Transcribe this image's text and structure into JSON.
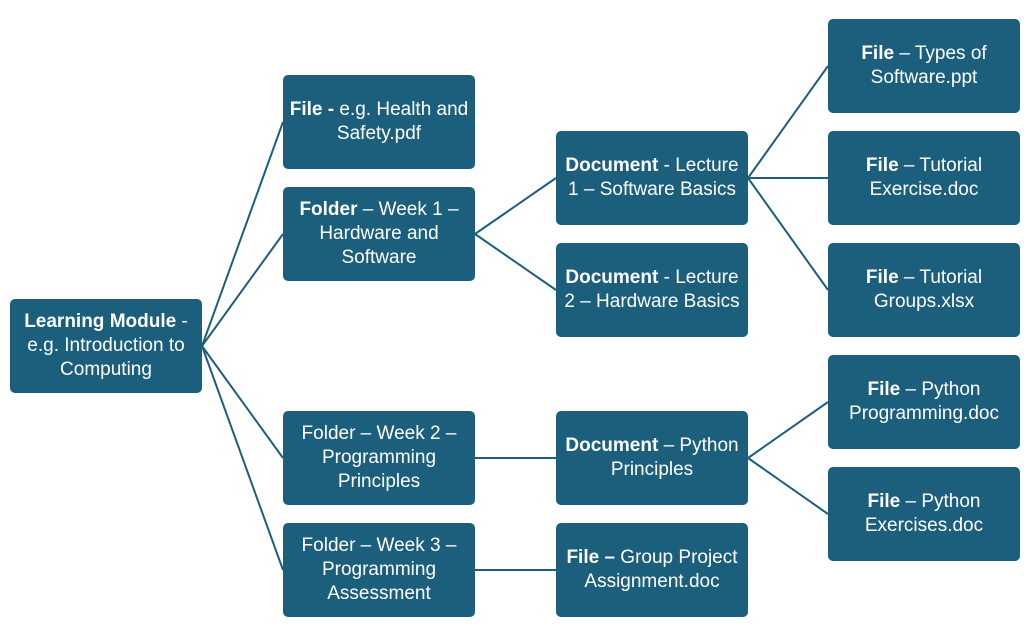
{
  "nodes": {
    "root": {
      "bold": "Learning Module",
      "text": " - e.g. Introduction to Computing"
    },
    "file_hs": {
      "bold": "File -",
      "text": " e.g. Health and Safety.pdf"
    },
    "folder_w1": {
      "bold": "Folder",
      "text": " – Week 1 – Hardware and Software"
    },
    "folder_w2": {
      "bold": "",
      "text": "Folder – Week 2 – Programming Principles"
    },
    "folder_w3": {
      "bold": "",
      "text": "Folder – Week 3 – Programming Assessment"
    },
    "doc_l1": {
      "bold": "Document",
      "text": " - Lecture 1 – Software Basics"
    },
    "doc_l2": {
      "bold": "Document",
      "text": " - Lecture 2 – Hardware Basics"
    },
    "doc_py": {
      "bold": "Document",
      "text": " – Python Principles"
    },
    "file_group": {
      "bold": "File –",
      "text": " Group Project Assignment.doc"
    },
    "file_types": {
      "bold": "File",
      "text": " – Types of Software.ppt"
    },
    "file_tut_ex": {
      "bold": "File",
      "text": " – Tutorial Exercise.doc"
    },
    "file_tut_groups": {
      "bold": "File",
      "text": " – Tutorial Groups.xlsx"
    },
    "file_py_prog": {
      "bold": "File",
      "text": " – Python Programming.doc"
    },
    "file_py_ex": {
      "bold": "File",
      "text": " – Python Exercises.doc"
    }
  }
}
